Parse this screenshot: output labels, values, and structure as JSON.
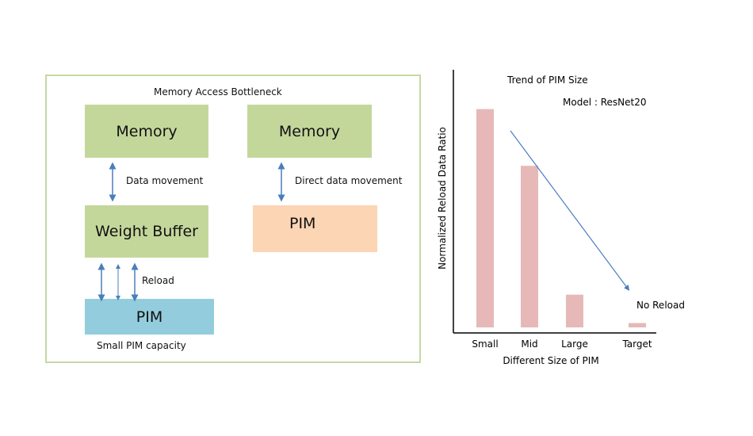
{
  "diagram": {
    "title": "Memory Access Bottleneck",
    "left": {
      "memory": "Memory",
      "data_movement": "Data movement",
      "weight_buffer": "Weight Buffer",
      "reload": "Reload",
      "pim": "PIM",
      "caption": "Small PIM capacity"
    },
    "right": {
      "memory": "Memory",
      "direct_data_movement": "Direct data movement",
      "pim": "PIM"
    },
    "colors": {
      "memory": "#c4d79b",
      "small_pim": "#93cddd",
      "pim": "#fcd5b4",
      "arrow": "#4a7ebb",
      "frame": "#c5d9a3"
    }
  },
  "chart_data": {
    "type": "bar",
    "title": "Trend of PIM Size",
    "subtitle": "Model : ResNet20",
    "xlabel": "Different Size of PIM",
    "ylabel": "Normalized Reload Data Ratio",
    "categories": [
      "Small",
      "Mid",
      "Large",
      "Target"
    ],
    "values": [
      1.0,
      0.74,
      0.15,
      0.02
    ],
    "ylim": [
      0,
      1.18
    ],
    "grid": false,
    "annotations": [
      {
        "text": "No Reload",
        "category": "Target"
      }
    ],
    "trend_arrow": "decreasing",
    "bar_color": "#e6b9b8",
    "arrow_color": "#4a7ebb"
  }
}
